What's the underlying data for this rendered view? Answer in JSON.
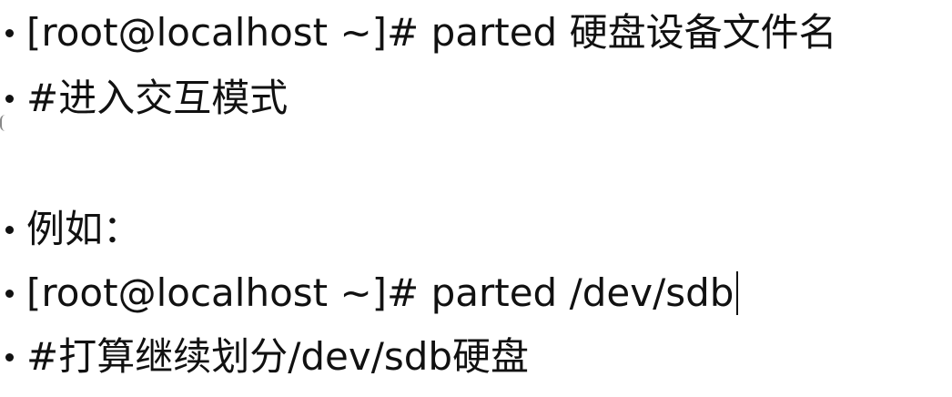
{
  "slide": {
    "lines": [
      {
        "text": "[root@localhost ~]# parted 硬盘设备文件名"
      },
      {
        "text": "#进入交互模式"
      },
      {
        "text": "例如："
      },
      {
        "text": "[root@localhost ~]# parted /dev/sdb"
      },
      {
        "text": "#打算继续划分/dev/sdb硬盘"
      }
    ]
  }
}
